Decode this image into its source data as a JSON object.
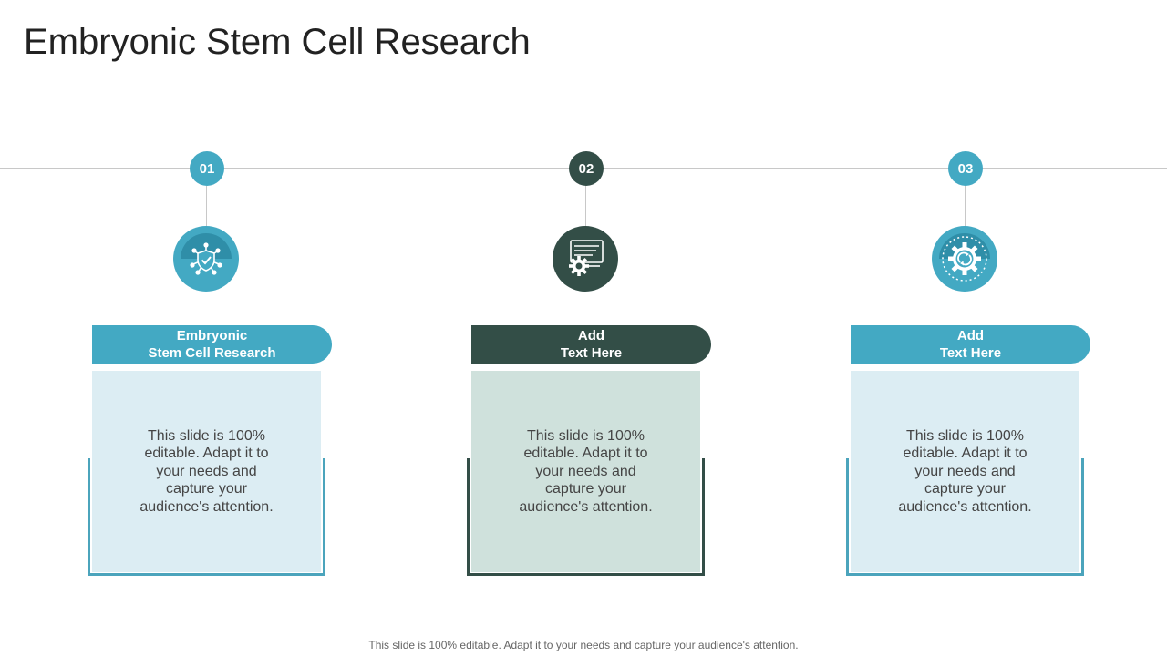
{
  "slide": {
    "title": "Embryonic Stem Cell Research",
    "footer": "This slide is 100% editable. Adapt it to your needs and capture your audience's attention."
  },
  "colors": {
    "teal": "#43a9c3",
    "dark_green": "#334e47",
    "light_teal_bg": "#dcedf3",
    "light_green_bg": "#cfe1dc",
    "line_gray": "#c8c8c8"
  },
  "steps": [
    {
      "number": "01",
      "heading": "Embryonic\nStem Cell Research",
      "body": "This slide is 100% editable. Adapt it to your needs and capture your audience's attention.",
      "icon": "shield-network-icon"
    },
    {
      "number": "02",
      "heading": "Add\nText Here",
      "body": "This slide is 100% editable. Adapt it to your needs and capture your audience's attention.",
      "icon": "monitor-gear-icon"
    },
    {
      "number": "03",
      "heading": "Add\nText Here",
      "body": "This slide is 100% editable. Adapt it to your needs and capture your audience's attention.",
      "icon": "gear-cycle-icon"
    }
  ]
}
